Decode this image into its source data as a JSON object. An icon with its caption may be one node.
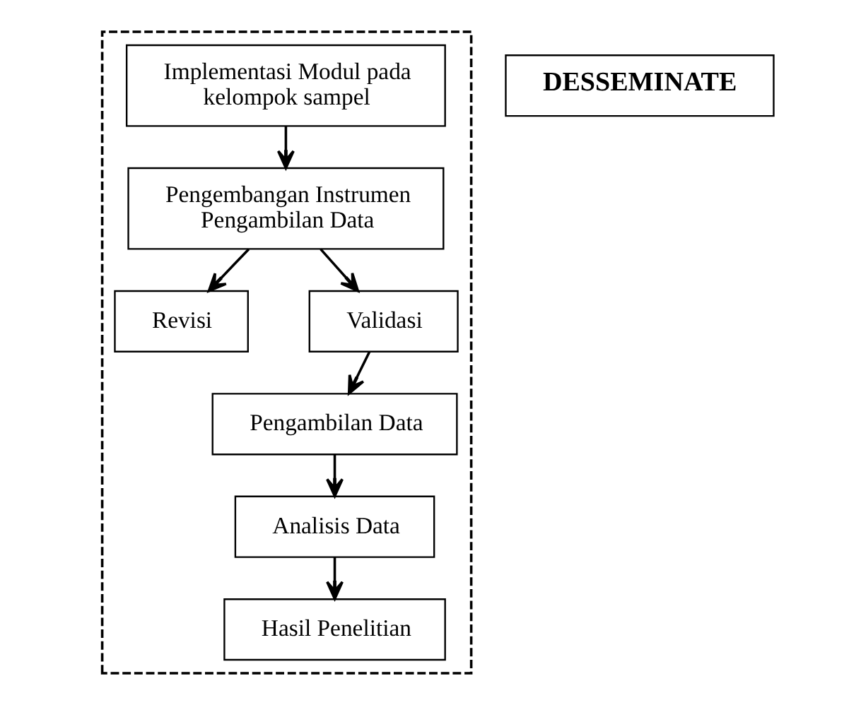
{
  "diagram": {
    "nodes": [
      {
        "text": [],
        "shape": "box"
      },
      {
        "text": [
          "Implementasi Modul pada kelompok sampel"
        ],
        "in": 0
      },
      {
        "text": [
          "Pengembangan Instrumen Pengambilan Data"
        ],
        "in": 0
      },
      {
        "text": [
          "Revisi"
        ],
        "in": 0
      },
      {
        "text": [
          "Validasi"
        ],
        "in": 0
      },
      {
        "text": [
          "DESSEMINATE"
        ]
      },
      {
        "text": [
          "Pengambilan Data"
        ],
        "in": 0
      },
      {
        "text": [
          "Analisis Data"
        ],
        "in": 0
      },
      {
        "text": [
          "Hasil Penelitian"
        ],
        "in": 0
      }
    ],
    "edges": [
      {
        "from": 1,
        "to": 2,
        "arrow": "to"
      },
      {
        "from": 2,
        "to": 3,
        "arrow": "to"
      },
      {
        "from": 2,
        "to": 4,
        "arrow": "to"
      },
      {
        "from": 4,
        "to": 6,
        "arrow": "to"
      },
      {
        "from": 6,
        "to": 7,
        "arrow": "to"
      },
      {
        "from": 7,
        "to": 8,
        "arrow": "to"
      }
    ]
  }
}
